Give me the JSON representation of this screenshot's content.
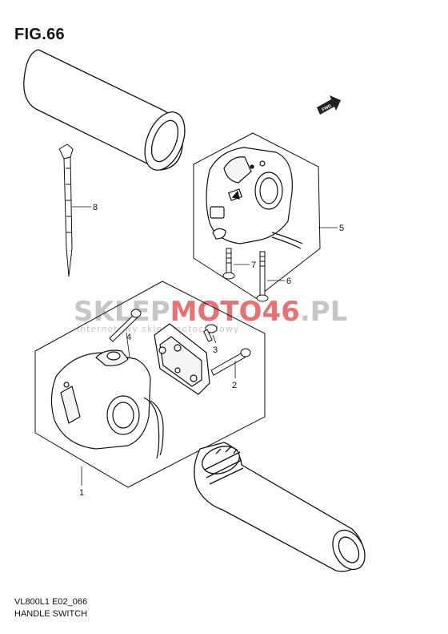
{
  "figure": {
    "title": "FIG.66"
  },
  "footer": {
    "model_code": "VL800L1 E02_066",
    "section_name": "HANDLE SWITCH"
  },
  "fwd_badge": "FWD",
  "callouts": {
    "c1": "1",
    "c2": "2",
    "c3": "3",
    "c4": "4",
    "c5": "5",
    "c6": "6",
    "c7": "7",
    "c8": "8"
  },
  "watermark": {
    "brand_part1": "SKLEP",
    "brand_part2": "MOTO",
    "brand_part3": "46",
    "brand_part4": ".PL",
    "tagline": "internetowy sklep motocyklowy",
    "colors": {
      "gray": "#bdbdbd",
      "red": "#e45a5a"
    }
  }
}
